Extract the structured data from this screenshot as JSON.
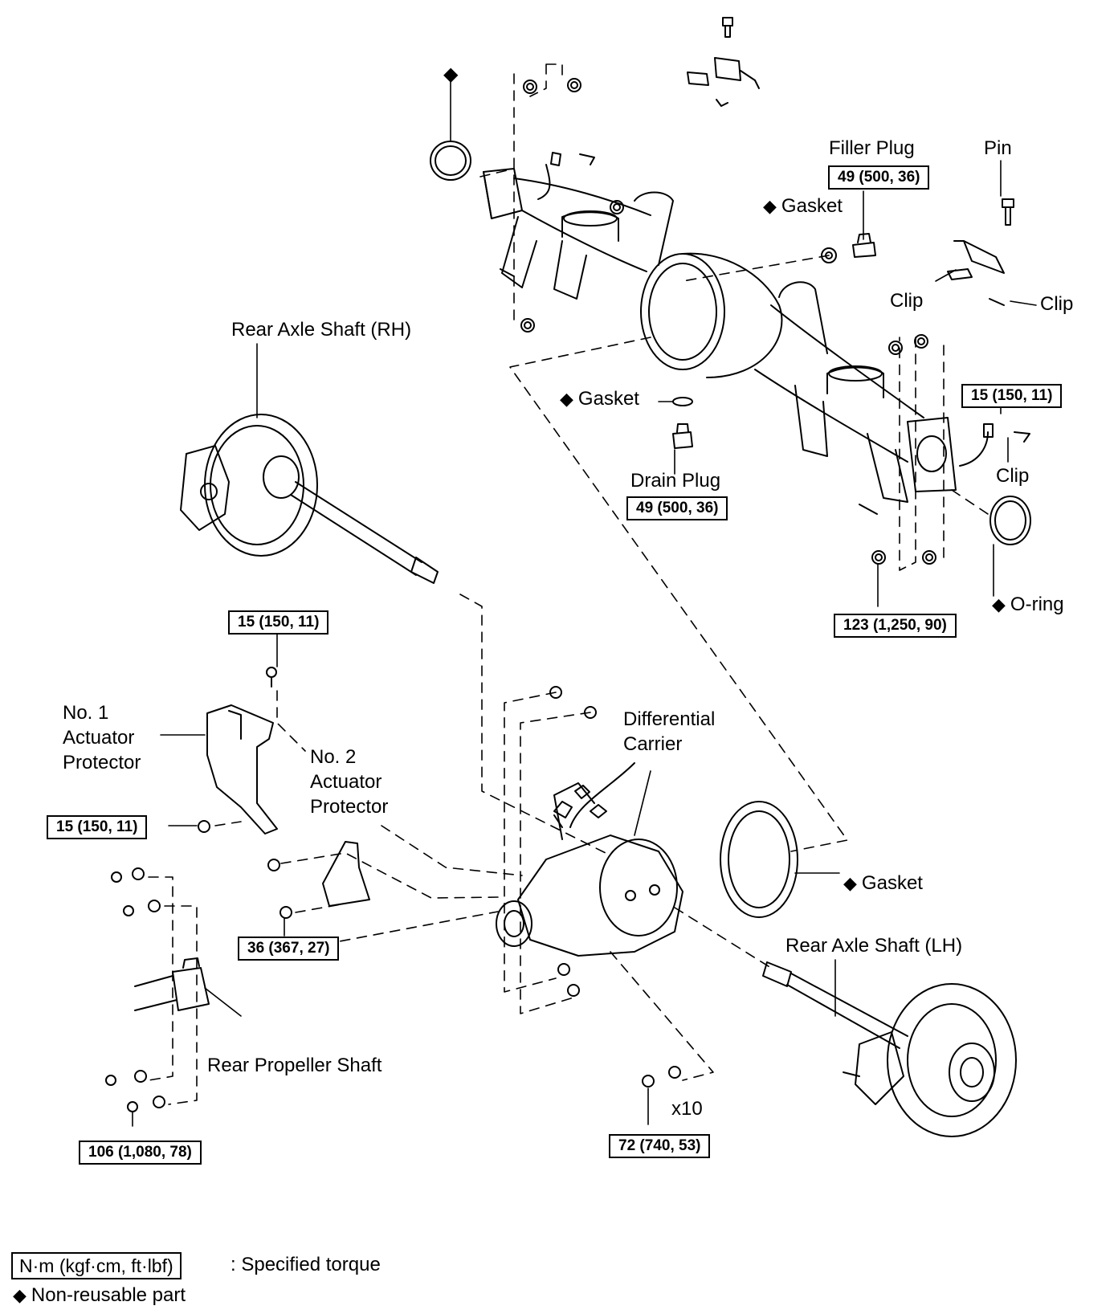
{
  "diamond_symbol": "◆",
  "parts": {
    "filler_plug": "Filler Plug",
    "pin": "Pin",
    "gasket_top": "Gasket",
    "clip_1": "Clip",
    "clip_2": "Clip",
    "clip_3": "Clip",
    "rear_axle_shaft_rh": "Rear Axle Shaft (RH)",
    "gasket_drain": "Gasket",
    "drain_plug": "Drain Plug",
    "o_ring": "O-ring",
    "no1_actuator_protector": "No. 1\nActuator\nProtector",
    "no2_actuator_protector": "No. 2\nActuator\nProtector",
    "differential_carrier": "Differential\nCarrier",
    "gasket_carrier": "Gasket",
    "rear_axle_shaft_lh": "Rear Axle Shaft (LH)",
    "rear_propeller_shaft": "Rear Propeller Shaft",
    "qty_x10": "x10"
  },
  "torques": {
    "filler_plug": "49 (500, 36)",
    "drain_plug": "49 (500, 36)",
    "brake_line_right": "15 (150, 11)",
    "housing_nuts": "123 (1,250, 90)",
    "protector_top": "15 (150, 11)",
    "protector_left": "15 (150, 11)",
    "protector_no2": "36 (367, 27)",
    "propeller_shaft": "106 (1,080, 78)",
    "carrier_nuts": "72 (740, 53)"
  },
  "legend": {
    "unit_box": "N·m (kgf·cm, ft·lbf)",
    "unit_desc": ": Specified torque",
    "nonreusable": "Non-reusable part"
  }
}
